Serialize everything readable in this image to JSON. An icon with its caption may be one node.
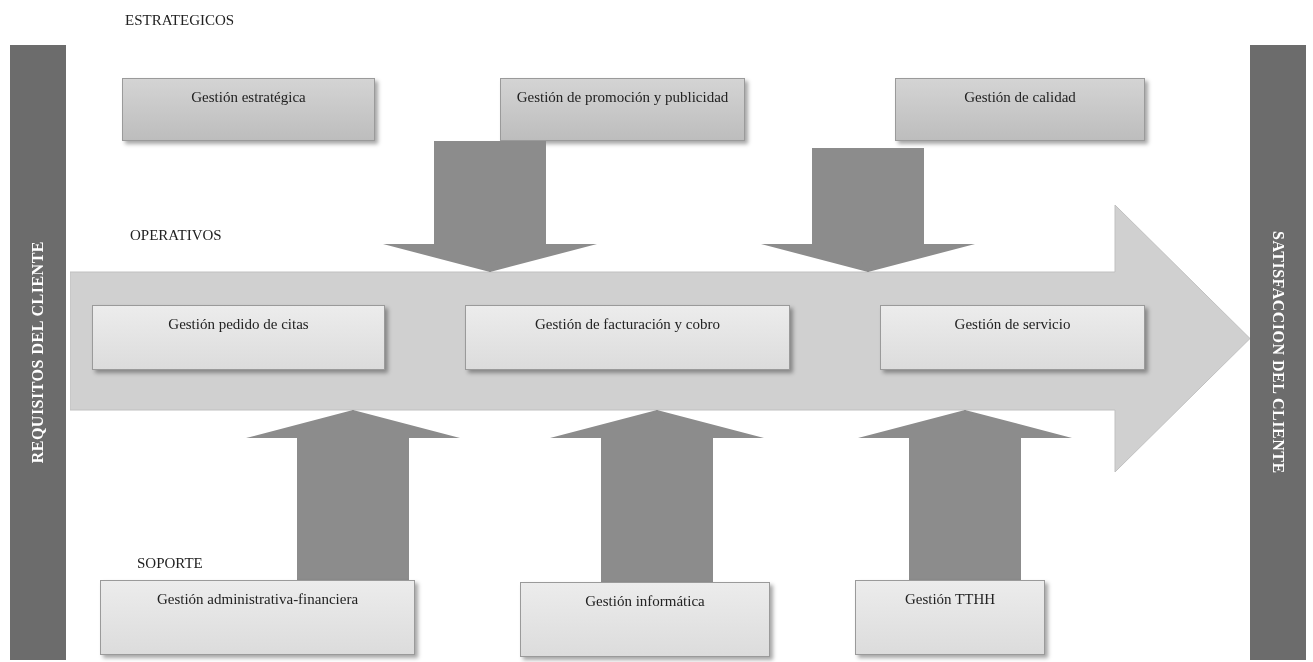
{
  "diagram": {
    "nodes": [
      {
        "text": [
          "REQUISITOS DEL CLIENTE"
        ]
      },
      {
        "text": [
          "Gestión estratégica"
        ]
      },
      {
        "text": [
          "Gestión de promoción y publicidad"
        ]
      },
      {
        "text": [
          "Gestión de calidad"
        ]
      },
      {
        "text": [
          "OPERATIVOS"
        ]
      },
      {
        "text": [
          "Gestión pedido de citas"
        ],
        "in": 4
      },
      {
        "text": [
          "Gestión de facturación y cobro"
        ],
        "in": 4
      },
      {
        "text": [
          "Gestión de servicio"
        ],
        "in": 4
      },
      {
        "text": [
          "Gestión administrativa-financiera"
        ]
      },
      {
        "text": [
          "Gestión informática"
        ]
      },
      {
        "text": [
          "Gestión TTHH"
        ]
      },
      {
        "text": [
          "SATISFACCION DEL CLIENTE"
        ]
      }
    ],
    "edges": [
      {
        "from": 2,
        "to": 4,
        "arrow": "to"
      },
      {
        "from": null,
        "to": 4,
        "arrow": "to"
      },
      {
        "from": 8,
        "to": 4,
        "arrow": "to"
      },
      {
        "from": 9,
        "to": 4,
        "arrow": "to"
      },
      {
        "from": 10,
        "to": 4,
        "arrow": "to"
      }
    ],
    "labels": [
      "ESTRATEGICOS",
      "SOPORTE"
    ]
  }
}
